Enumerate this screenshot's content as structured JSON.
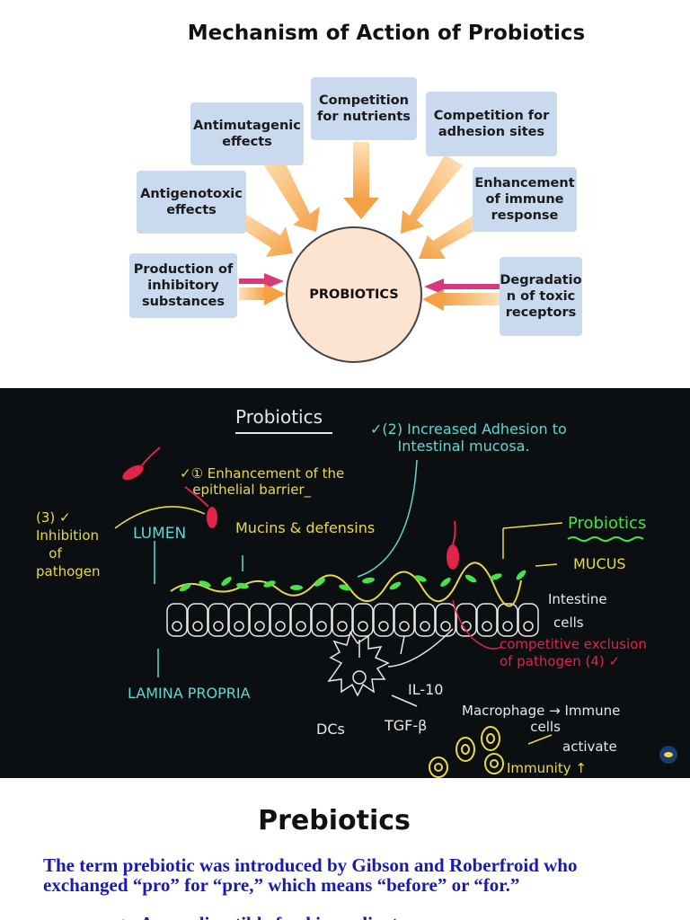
{
  "top_diagram": {
    "title": "Mechanism of Action of Probiotics",
    "center": "PROBIOTICS",
    "boxes": [
      {
        "text": "Competition\nfor nutrients"
      },
      {
        "text": "Antimutagenic\neffects"
      },
      {
        "text": "Competition for\nadhesion sites"
      },
      {
        "text": "Antigenotoxic\neffects"
      },
      {
        "text": "Enhancement\nof immune\nresponse"
      },
      {
        "text": "Production of\ninhibitory\nsubstances"
      },
      {
        "text": "Degradatio\nn of toxic\nreceptors"
      }
    ],
    "colors": {
      "box": "#c9d9ee",
      "circle": "#fde4d0",
      "arrow_start": "#fbd7a8",
      "arrow_end": "#f4a045",
      "pink_arrow": "#d63a7a"
    }
  },
  "blackboard": {
    "title": "Probiotics",
    "point1": "✓① Enhancement of the\n   epithelial barrier_",
    "point2": "✓(2) Increased Adhesion to\n      Intestinal mucosa.",
    "point3": "(3) ✓\nInhibition\n   of\npathogen",
    "point4": "competitive exclusion\nof pathogen (4) ✓",
    "lumen": "LUMEN",
    "mucins": "Mucins & defensins",
    "probiotics_label": "Probiotics",
    "mucus": "MUCUS",
    "intestine": "Intestine",
    "cells": "cells",
    "lamina": "LAMINA PROPRIA",
    "il10": "IL-10",
    "tgf": "TGF-β",
    "dcs": "DCs",
    "macrophage": "Macrophage → Immune\n                cells",
    "activate": "activate",
    "immunity": "Immunity ↑",
    "colors": {
      "bg": "#0c0f12",
      "white": "#e8e8e8",
      "yellow": "#e8d84a",
      "cyan": "#5fd8d0",
      "green": "#46e24a",
      "red": "#e0244a"
    }
  },
  "prebiotics": {
    "title": "Prebiotics",
    "paragraph": "The term prebiotic was introduced by Gibson and Roberfroid who\n exchanged “pro” for “pre,” which means “before” or “for.”",
    "bullet": "➢ A non-digestible food ingredient"
  }
}
